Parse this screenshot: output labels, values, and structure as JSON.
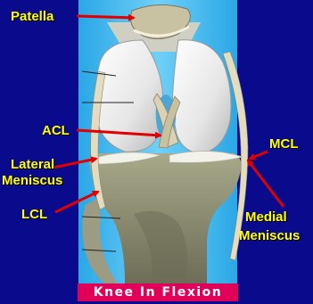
{
  "labels": {
    "patella": "Patella",
    "acl": "ACL",
    "mcl": "MCL",
    "lateral_line1": "Lateral",
    "lateral_line2": "Meniscus",
    "lcl": "LCL",
    "medial_line1": "Medial",
    "medial_line2": "Meniscus"
  },
  "caption": "Knee In Flexion",
  "colors": {
    "background": "#0a0a8c",
    "label_text": "#ffff00",
    "arrow": "#e00000",
    "caption_bg": "#e0005a"
  }
}
